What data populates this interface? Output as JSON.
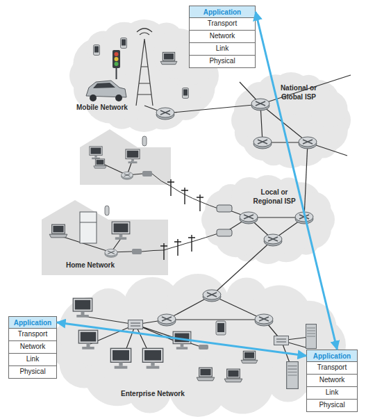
{
  "diagram": {
    "nodes": [
      {
        "text": [
          "Application"
        ]
      },
      {
        "text": [
          "Transport"
        ]
      },
      {
        "text": [
          "Network"
        ]
      },
      {
        "text": [
          "Link"
        ]
      },
      {
        "text": [
          "Physical"
        ]
      },
      {
        "text": [
          "Mobile Network"
        ]
      },
      {
        "text": [
          "National or Global ISP"
        ]
      },
      {
        "text": [
          "Local or Regional ISP"
        ]
      },
      {
        "text": [
          "Home Network"
        ]
      },
      {
        "text": [
          "Enterprise Network"
        ]
      },
      {
        "text": [
          "Application"
        ]
      },
      {
        "text": [
          "Transport"
        ]
      },
      {
        "text": [
          "Network"
        ]
      },
      {
        "text": [
          "Link"
        ]
      },
      {
        "text": [
          "Physical"
        ]
      },
      {
        "text": [
          "Application"
        ]
      },
      {
        "text": [
          "Transport"
        ]
      },
      {
        "text": [
          "Network"
        ]
      },
      {
        "text": [
          "Link"
        ]
      },
      {
        "text": [
          "Physical"
        ]
      }
    ],
    "edges": [
      {
        "from": 15,
        "to": 0,
        "arrow": "both"
      },
      {
        "from": 10,
        "to": 15,
        "arrow": "both"
      }
    ]
  }
}
